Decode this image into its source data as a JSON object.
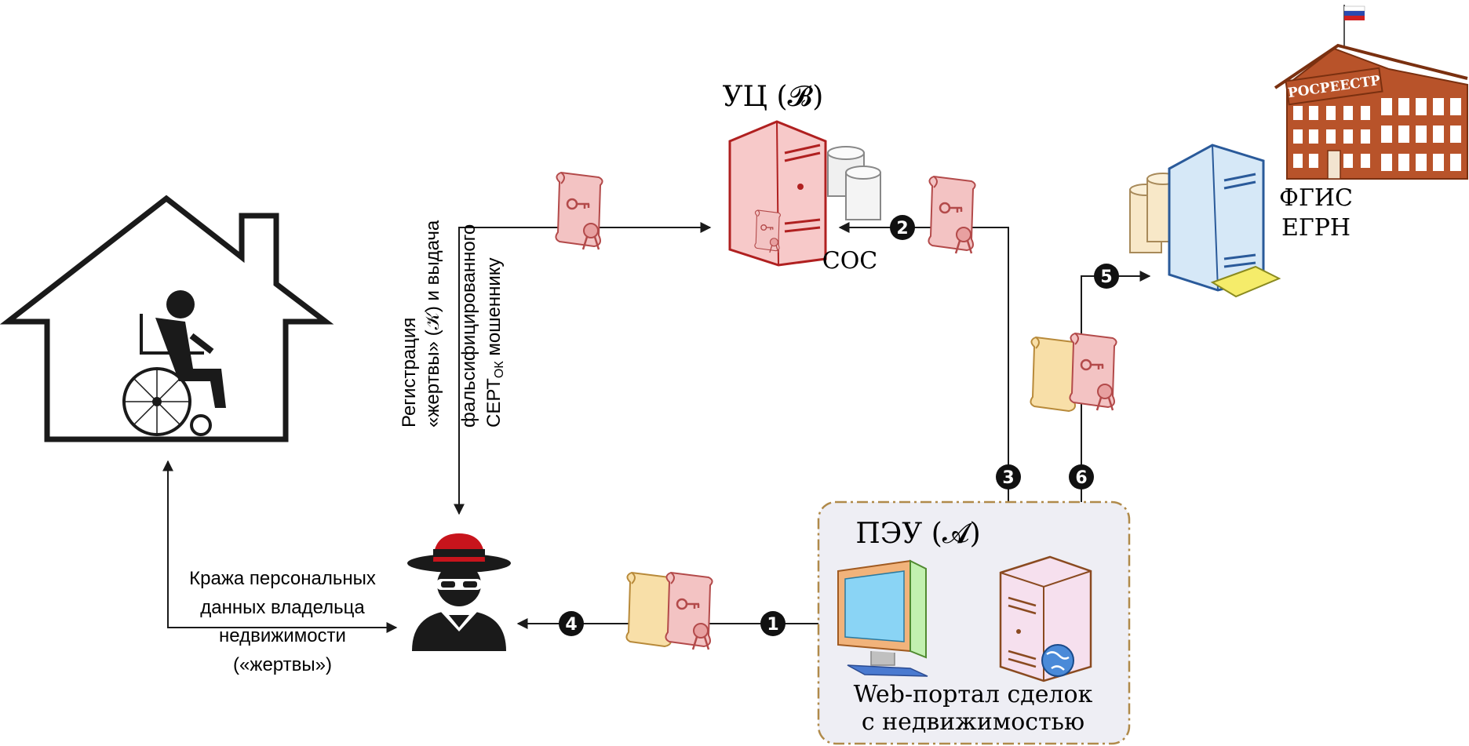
{
  "labels": {
    "ca": "УЦ (𝓑)",
    "crl": "СОС",
    "pep": "ПЭУ (𝓐)",
    "fgis_line1": "ФГИС",
    "fgis_line2": "ЕГРН",
    "rosreestr": "РОСРЕЕСТР",
    "portal_line1": "Web-портал сделок",
    "portal_line2": "с недвижимостью",
    "theft_line1": "Кража персональных",
    "theft_line2": "данных владельца",
    "theft_line3": "недвижимости",
    "theft_line4": "(«жертвы»)",
    "reg_line1": "Регистрация",
    "reg_line2": "«жертвы» (𝒦) и выдача",
    "reg_line3": "фальсифицированного",
    "reg_line4": "СЕРТ",
    "reg_line4_sub": "ОК",
    "reg_line4_end": " мошеннику"
  },
  "steps": [
    "1",
    "2",
    "3",
    "4",
    "5",
    "6"
  ],
  "colors": {
    "line": "#1a1a1a",
    "ca_server": "#f7c9c9",
    "fgis_server": "#d6e8f7",
    "portal_server": "#f6e0ee",
    "panel_bg": "#eeeef4",
    "panel_border": "#b08a4a",
    "cert_red": "#f3c3c3",
    "cert_yellow": "#f8dfa8",
    "hat": "#c8141c",
    "building": "#b8532a"
  },
  "icons": [
    "house-icon",
    "wheelchair-person-icon",
    "hacker-icon",
    "ca-server-icon",
    "fgis-server-icon",
    "portal-server-icon",
    "monitor-icon",
    "certificate-icon",
    "building-icon",
    "flag-icon",
    "globe-icon",
    "database-icon"
  ]
}
